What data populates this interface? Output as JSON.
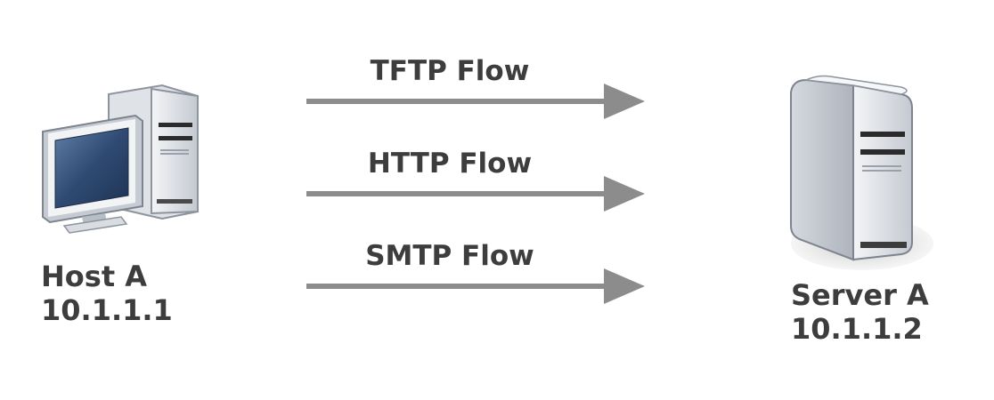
{
  "host": {
    "name": "Host A",
    "ip": "10.1.1.1",
    "icon": "desktop-computer-icon"
  },
  "server": {
    "name": "Server A",
    "ip": "10.1.1.2",
    "icon": "tower-server-icon"
  },
  "flows": [
    {
      "label": "TFTP Flow"
    },
    {
      "label": "HTTP Flow"
    },
    {
      "label": "SMTP Flow"
    }
  ],
  "colors": {
    "arrow": "#8c8c8c",
    "text": "#3d3d3d",
    "screen": "#2f4a72",
    "case_light": "#eef0f4",
    "case_mid": "#c9ced6",
    "case_dark": "#9aa1ab"
  }
}
